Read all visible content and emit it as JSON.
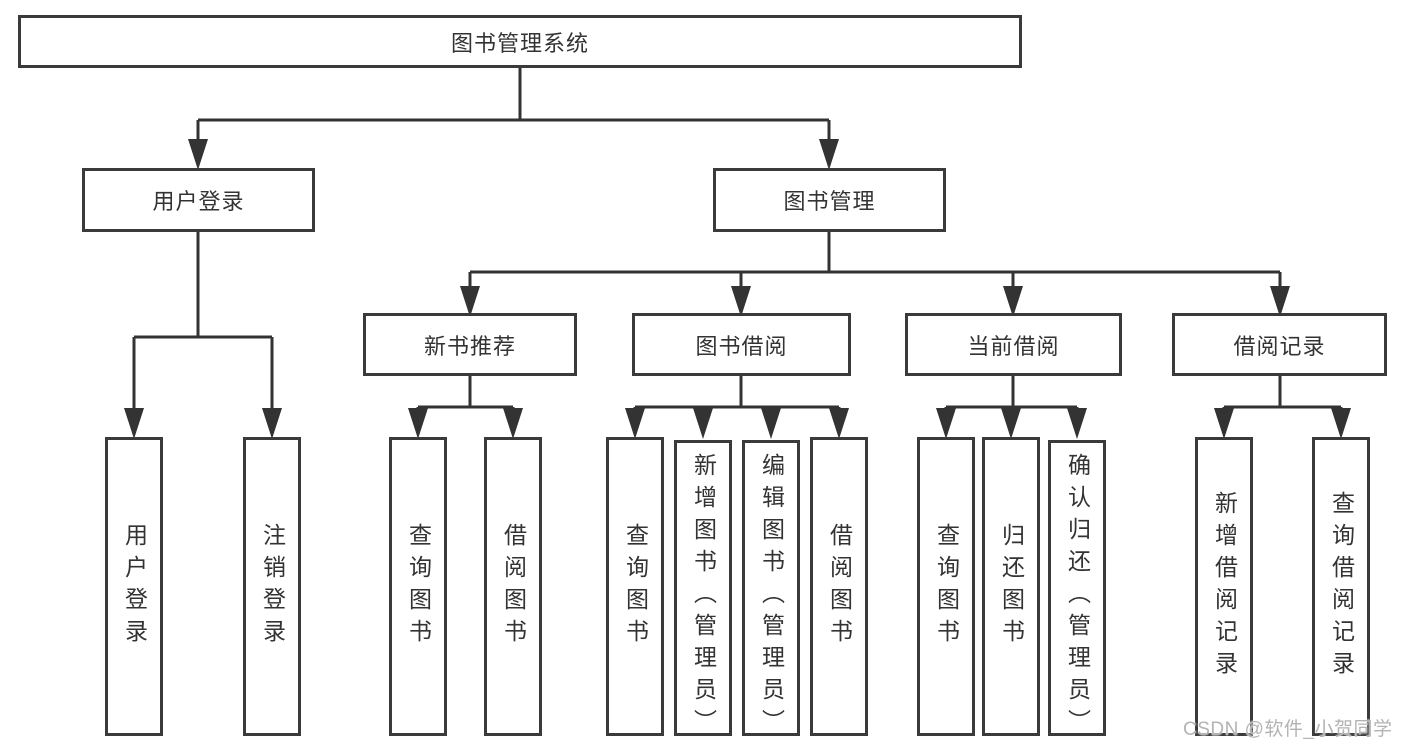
{
  "diagram": {
    "nodes": {
      "root": "图书管理系统",
      "login_group": "用户登录",
      "book_mgmt": "图书管理",
      "new_book": "新书推荐",
      "book_borrow": "图书借阅",
      "current_borrow": "当前借阅",
      "borrow_record": "借阅记录",
      "user_login": "用户登录",
      "logout": "注销登录",
      "nb_query": "查询图书",
      "nb_borrow": "借阅图书",
      "bb_query": "查询图书",
      "bb_add": "新增图书（管理员）",
      "bb_edit": "编辑图书（管理员）",
      "bb_borrow": "借阅图书",
      "cb_query": "查询图书",
      "cb_return": "归还图书",
      "cb_confirm": "确认归还（管理员）",
      "br_add": "新增借阅记录",
      "br_query": "查询借阅记录"
    },
    "colors": {
      "line": "#333333",
      "box_border": "#3a3a3a",
      "text": "#333333",
      "watermark": "#b3b3b3"
    }
  },
  "watermark": "CSDN @软件_小贺同学"
}
